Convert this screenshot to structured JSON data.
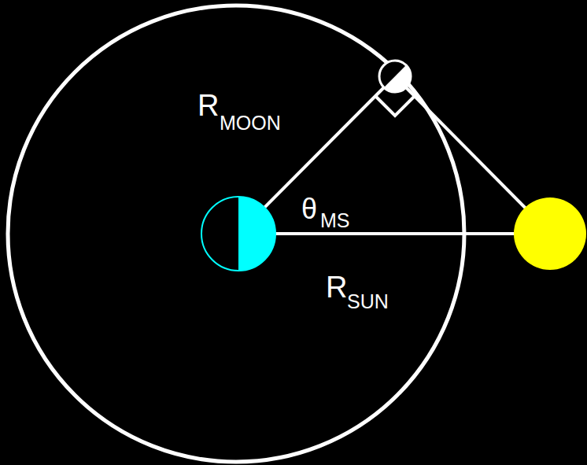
{
  "diagram": {
    "labels": [
      "R",
      "MOON",
      "θ",
      "MS",
      "R",
      "SUN"
    ]
  }
}
